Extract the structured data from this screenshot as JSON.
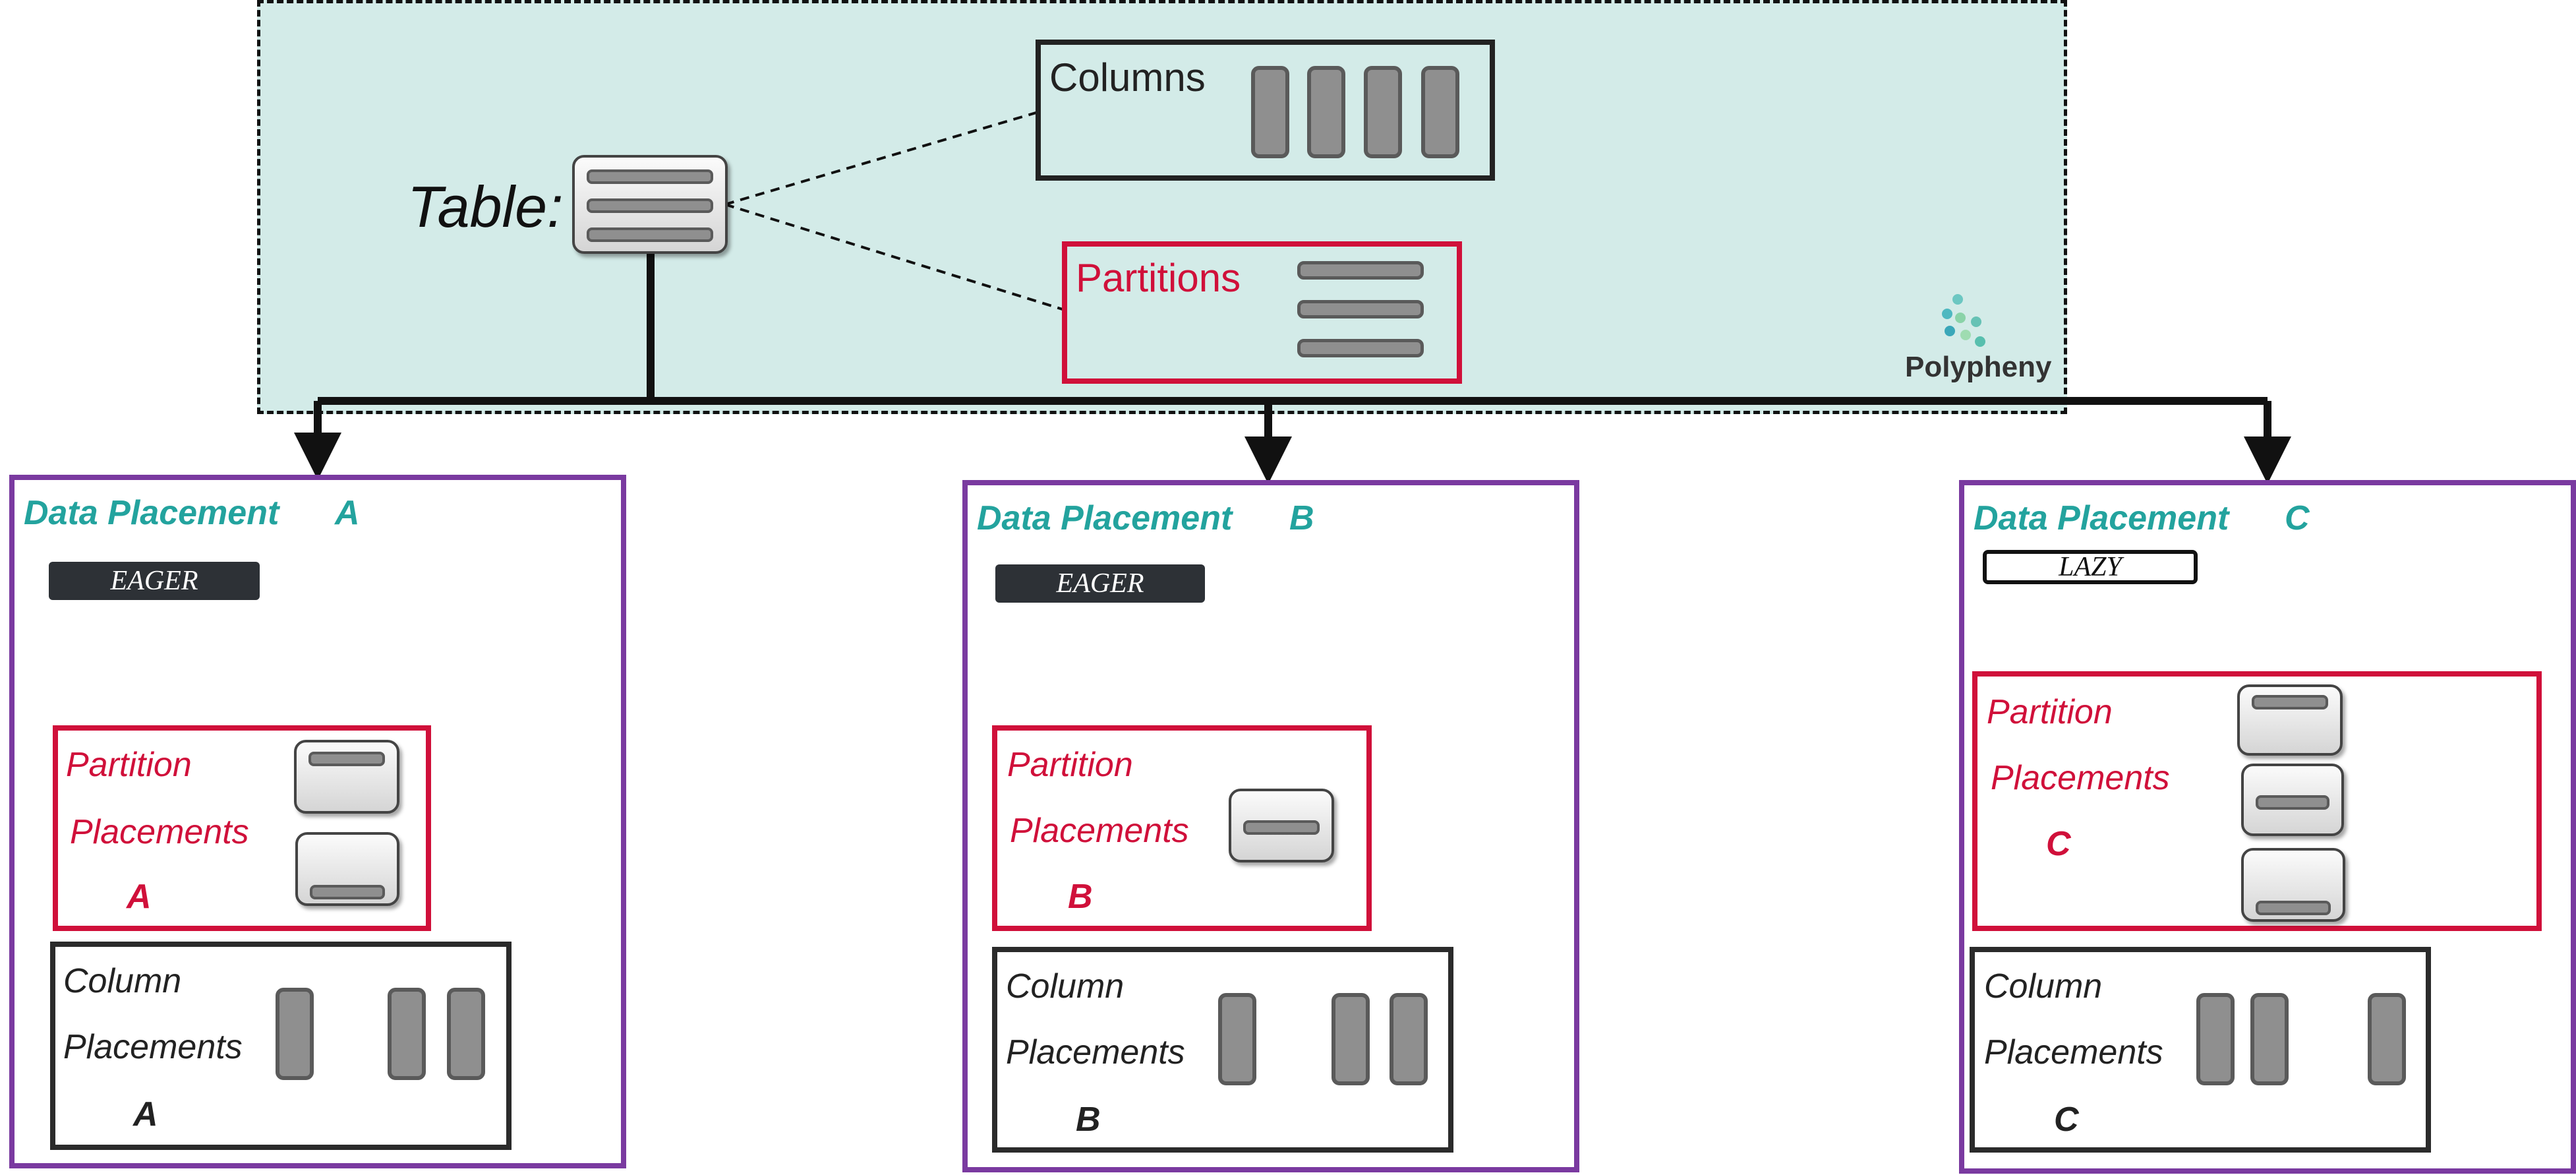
{
  "table": {
    "label": "Table:"
  },
  "columns_box": {
    "title": "Columns"
  },
  "partitions_box": {
    "title": "Partitions"
  },
  "logo": {
    "text": "Polypheny"
  },
  "placements": [
    {
      "title": "Data Placement",
      "letter": "A",
      "mode": "EAGER",
      "partition": {
        "line1": "Partition",
        "line2": "Placements",
        "letter": "A"
      },
      "column": {
        "line1": "Column",
        "line2": "Placements",
        "letter": "A"
      }
    },
    {
      "title": "Data Placement",
      "letter": "B",
      "mode": "EAGER",
      "partition": {
        "line1": "Partition",
        "line2": "Placements",
        "letter": "B"
      },
      "column": {
        "line1": "Column",
        "line2": "Placements",
        "letter": "B"
      }
    },
    {
      "title": "Data Placement",
      "letter": "C",
      "mode": "LAZY",
      "partition": {
        "line1": "Partition",
        "line2": "Placements",
        "letter": "C"
      },
      "column": {
        "line1": "Column",
        "line2": "Placements",
        "letter": "C"
      }
    }
  ],
  "colors": {
    "table_area": "#d3ebe8",
    "placement_border": "#7a3aa0",
    "partition_red": "#d0103a",
    "title_teal": "#23a39e",
    "eager_tag": "#2d3136"
  }
}
